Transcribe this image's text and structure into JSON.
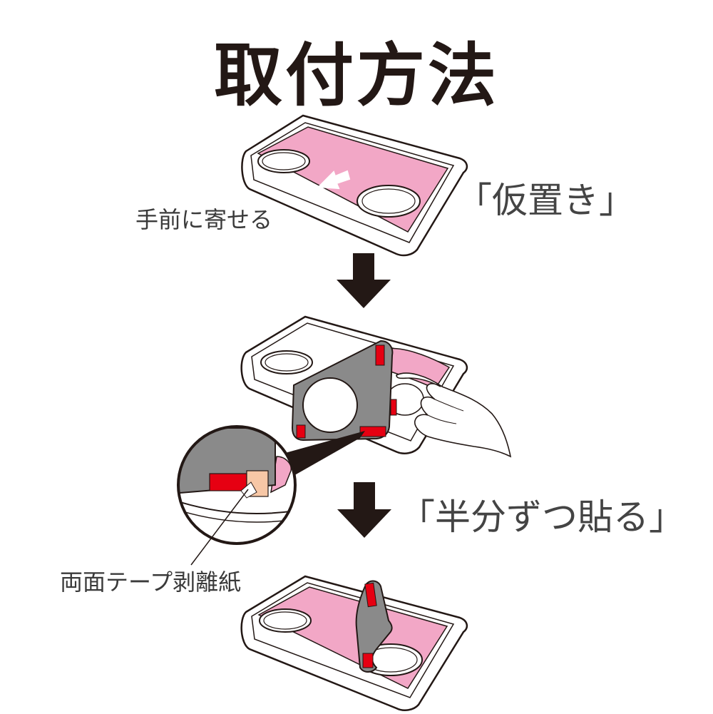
{
  "title": "取付方法",
  "labels": {
    "slide_forward": "手前に寄せる",
    "temporary_place": "「仮置き」",
    "stick_half": "「半分ずつ貼る」",
    "tape_liner": "両面テープ剥離紙"
  },
  "colors": {
    "pink_sheet": "#f2a7c6",
    "grey_sheet": "#8a8a8a",
    "red_tape": "#e60012",
    "liner": "#f7c7a6",
    "outline": "#231815",
    "arrow": "#231815"
  }
}
